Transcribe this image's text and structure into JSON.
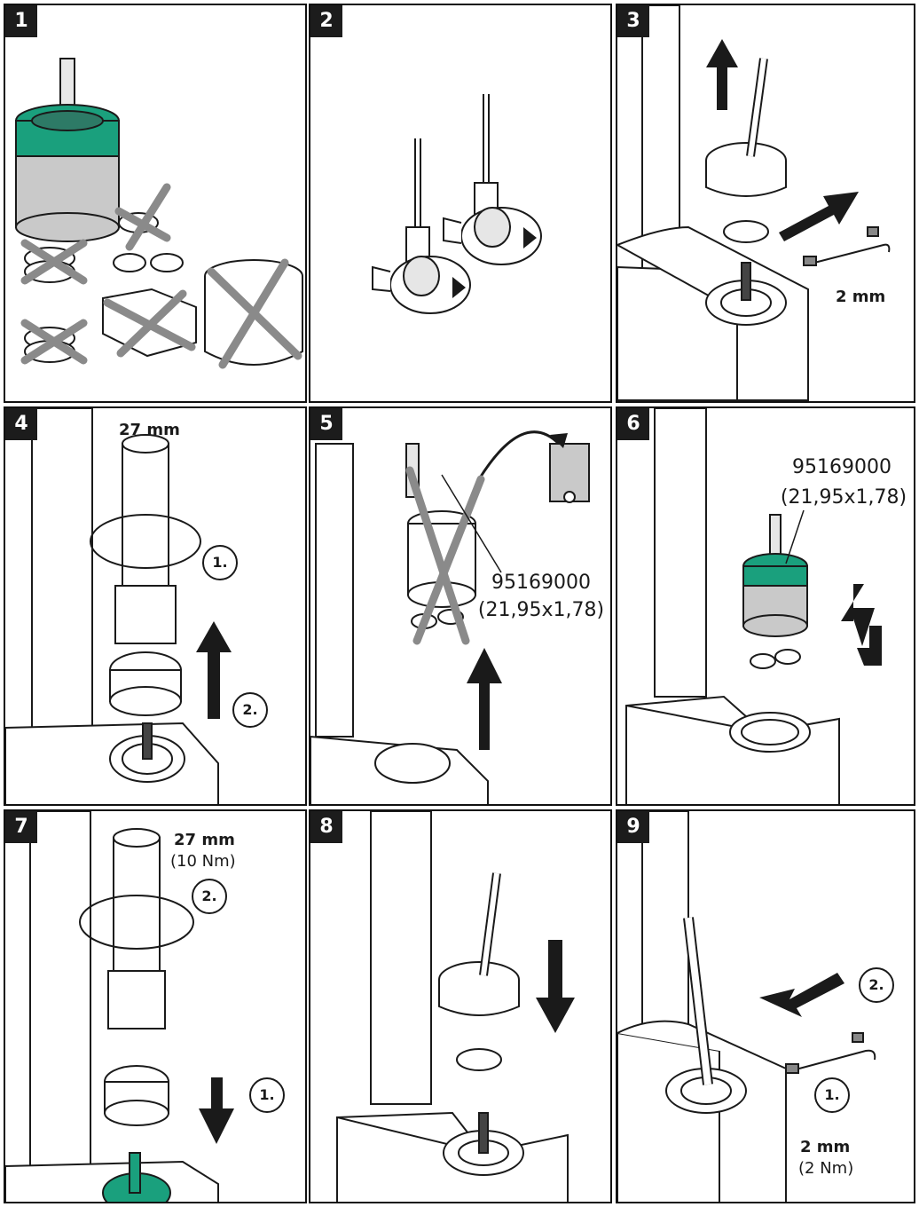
{
  "steps": [
    {
      "number": "1",
      "labels": {}
    },
    {
      "number": "2",
      "labels": {}
    },
    {
      "number": "3",
      "labels": {
        "wrench": "2 mm"
      }
    },
    {
      "number": "4",
      "labels": {
        "wrench": "27 mm",
        "c1": "1.",
        "c2": "2."
      }
    },
    {
      "number": "5",
      "labels": {
        "part": "95169000",
        "spec": "(21,95x1,78)"
      }
    },
    {
      "number": "6",
      "labels": {
        "part": "95169000",
        "spec": "(21,95x1,78)"
      }
    },
    {
      "number": "7",
      "labels": {
        "wrench": "27 mm",
        "torque": "(10 Nm)",
        "c1": "1.",
        "c2": "2."
      }
    },
    {
      "number": "8",
      "labels": {}
    },
    {
      "number": "9",
      "labels": {
        "wrench": "2 mm",
        "torque": "(2 Nm)",
        "c1": "1.",
        "c2": "2."
      }
    }
  ],
  "colors": {
    "accent": "#1aa07d",
    "cartridge_gray": "#c9c9c9",
    "cross": "#8a8a8a",
    "outline": "#1a1a1a"
  },
  "icons": [
    "cartridge",
    "shutoff-valve",
    "hex-key",
    "socket-wrench",
    "trash-bin",
    "direction-arrow",
    "rotation-arrow"
  ]
}
